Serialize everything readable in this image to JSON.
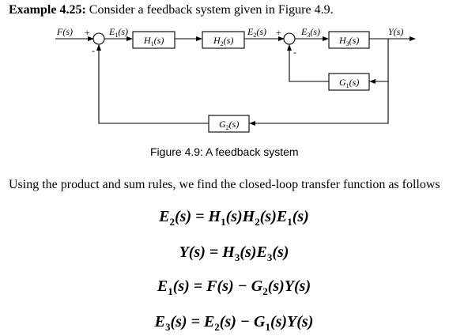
{
  "heading": {
    "label": "Example 4.25:",
    "text": "Consider a feedback system given in Figure 4.9."
  },
  "diagram": {
    "labels": {
      "F": "F(s)",
      "E1": "E",
      "E2": "E",
      "E3": "E",
      "Y": "Y(s)",
      "H1": "H",
      "H2": "H",
      "H3": "H",
      "G1": "G",
      "G2": "G",
      "sub1": "1",
      "sub2": "2",
      "sub3": "3",
      "arg": "(s)",
      "plus": "+",
      "minus": "-"
    }
  },
  "caption": "Figure 4.9: A feedback system",
  "paragraph": "Using the product and sum rules, we find the closed-loop transfer function as follows",
  "equations": [
    {
      "parts": [
        "E",
        "2",
        "(s) = H",
        "1",
        "(s)H",
        "2",
        "(s)E",
        "1",
        "(s)"
      ]
    },
    {
      "parts": [
        "Y(s) = H",
        "3",
        "(s)E",
        "3",
        "(s)"
      ]
    },
    {
      "parts": [
        "E",
        "1",
        "(s) = F(s) − G",
        "2",
        "(s)Y(s)"
      ]
    },
    {
      "parts": [
        "E",
        "3",
        "(s) = E",
        "2",
        "(s) − G",
        "1",
        "(s)Y(s)"
      ]
    }
  ]
}
